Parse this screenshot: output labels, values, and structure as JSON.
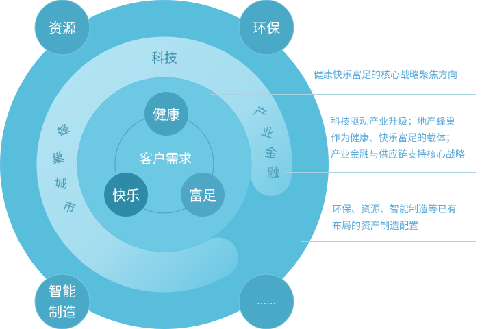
{
  "center": {
    "title": "客户需求"
  },
  "needs": [
    {
      "label": "健康",
      "color": "#46a3c0"
    },
    {
      "label": "快乐",
      "color": "#2e8ba8"
    },
    {
      "label": "富足",
      "color": "#4ea8c5"
    }
  ],
  "ring": {
    "top": "科技",
    "left": [
      "蜂",
      "巢",
      "城",
      "市"
    ],
    "right": [
      "产",
      "业",
      "金",
      "融"
    ]
  },
  "corners": [
    {
      "label": "资源"
    },
    {
      "label": "环保"
    },
    {
      "label_lines": [
        "智能",
        "制造"
      ]
    },
    {
      "label": "……"
    }
  ],
  "notes": [
    {
      "lines": [
        "健康快乐富足的核心战略聚焦方向"
      ]
    },
    {
      "lines": [
        "科技驱动产业升级；地产蜂巢",
        "作为健康、快乐富足的载体；",
        "产业金融与供应链支持核心战略"
      ]
    },
    {
      "lines": [
        "环保、资源、智能制造等已有",
        "布局的资产制造配置"
      ]
    }
  ],
  "colors": {
    "outer": "#58bedc",
    "inner": "#6cc8e3",
    "ring_light": "#b3e3f1",
    "corner": "#4aa9c6",
    "note_text": "#5aaad8"
  }
}
